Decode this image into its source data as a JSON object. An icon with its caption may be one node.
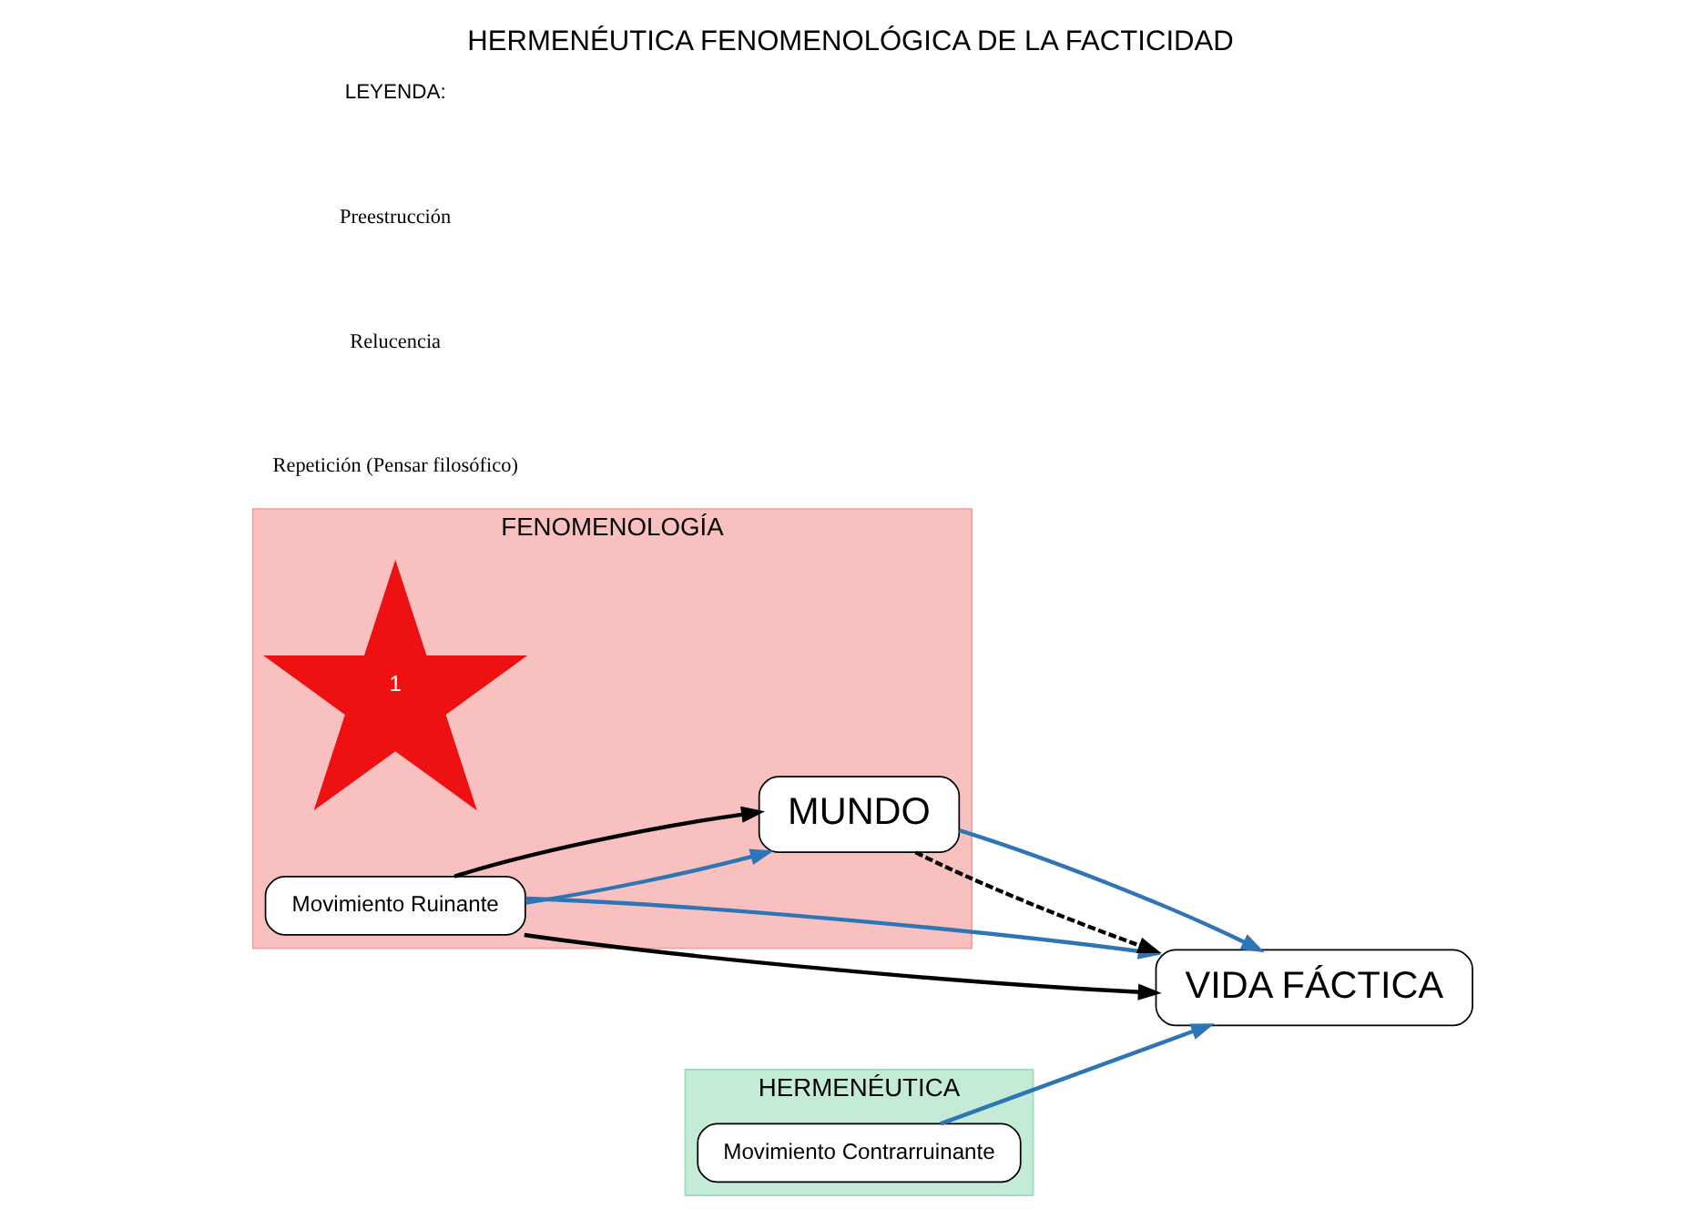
{
  "diagram": {
    "title": "HERMENÉUTICA FENOMENOLÓGICA DE LA FACTICIDAD",
    "nodes": [
      {
        "text": [
          "FENOMENOLOGÍA"
        ]
      },
      {
        "text": [
          "HERMENÉUTICA"
        ]
      },
      {
        "text": [
          "VIDA FÁCTICA"
        ]
      },
      {
        "text": [
          "Movimiento Contrarruinante"
        ],
        "in": 1
      },
      {
        "text": [
          "1"
        ],
        "in": 0
      },
      {
        "text": [
          "Movimiento Ruinante"
        ],
        "in": 0
      },
      {
        "text": [
          "MUNDO"
        ],
        "in": 0
      }
    ],
    "edges": [
      {
        "from": 5,
        "to": 2,
        "arrow": "to",
        "color": "#000000"
      },
      {
        "from": 5,
        "to": 2,
        "arrow": "to"
      },
      {
        "from": 3,
        "to": 2,
        "arrow": "to"
      },
      {
        "from": 5,
        "to": 6,
        "arrow": "to"
      },
      {
        "from": 5,
        "to": 6,
        "arrow": "to",
        "color": "#000000"
      },
      {
        "from": 6,
        "to": 2,
        "arrow": "to",
        "style": "dashed",
        "color": "#000000"
      },
      {
        "from": 6,
        "to": 2,
        "arrow": "to"
      }
    ],
    "labels": [
      "LEYENDA:"
    ],
    "legend": [
      {
        "text": "Preestrucción"
      },
      {
        "text": "Relucencia"
      },
      {
        "text": "Repetición (Pensar filosófico)"
      }
    ]
  }
}
